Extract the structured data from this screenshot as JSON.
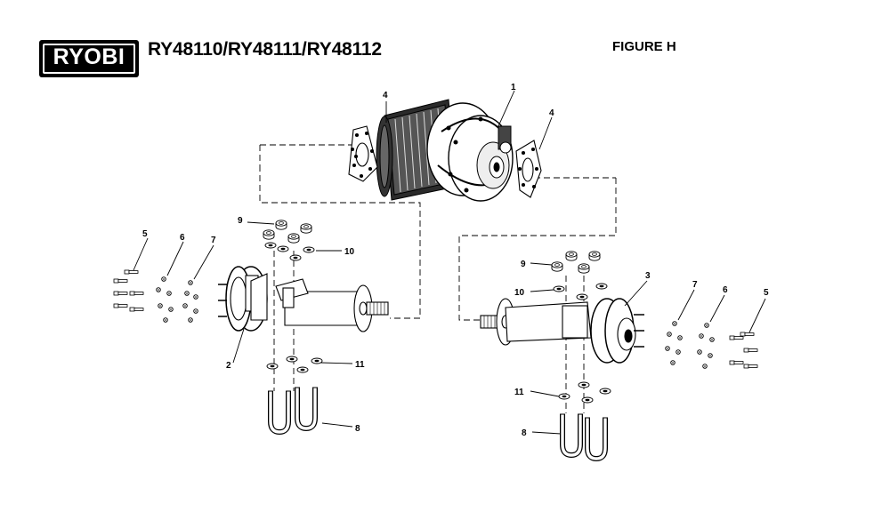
{
  "header": {
    "brand": "RYOBI",
    "models": "RY48110/RY48111/RY48112",
    "figure": "FIGURE H"
  },
  "callouts": {
    "c1": "1",
    "c2": "2",
    "c3": "3",
    "c4a": "4",
    "c4b": "4",
    "c5a": "5",
    "c5b": "5",
    "c6a": "6",
    "c6b": "6",
    "c7a": "7",
    "c7b": "7",
    "c8a": "8",
    "c8b": "8",
    "c9a": "9",
    "c9b": "9",
    "c10a": "10",
    "c10b": "10",
    "c11a": "11",
    "c11b": "11"
  },
  "colors": {
    "ink": "#000000",
    "paper": "#ffffff",
    "logo_bg": "#000000",
    "logo_text": "#ffffff"
  }
}
